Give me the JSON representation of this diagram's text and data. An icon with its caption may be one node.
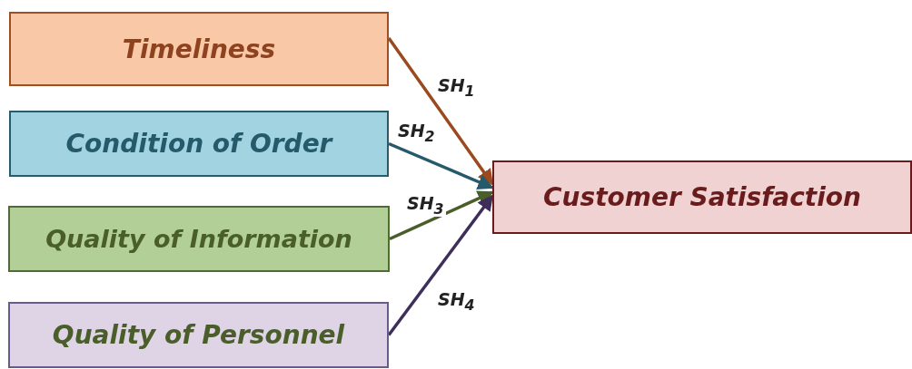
{
  "diagram": {
    "nodes": [
      {
        "text": [
          "Timeliness"
        ]
      },
      {
        "text": [
          "Condition of Order"
        ]
      },
      {
        "text": [
          "Quality of Information"
        ]
      },
      {
        "text": [
          "Quality of Personnel"
        ]
      },
      {
        "text": [
          "Customer Satisfaction"
        ]
      }
    ],
    "edges": [
      {
        "from": 0,
        "to": 4,
        "arrow": "to",
        "label": "SH$_{1}$",
        "color": "#9a4a1e"
      },
      {
        "from": 1,
        "to": 4,
        "arrow": "to",
        "label": "SH$_{2}$",
        "color": "#245a6a"
      },
      {
        "from": 2,
        "to": 4,
        "arrow": "to",
        "label": "SH$_{3}$",
        "color": "#4a5e2a"
      },
      {
        "from": 3,
        "to": 4,
        "arrow": "to",
        "label": "SH$_{4}$",
        "color": "#3e2e5a"
      }
    ]
  }
}
